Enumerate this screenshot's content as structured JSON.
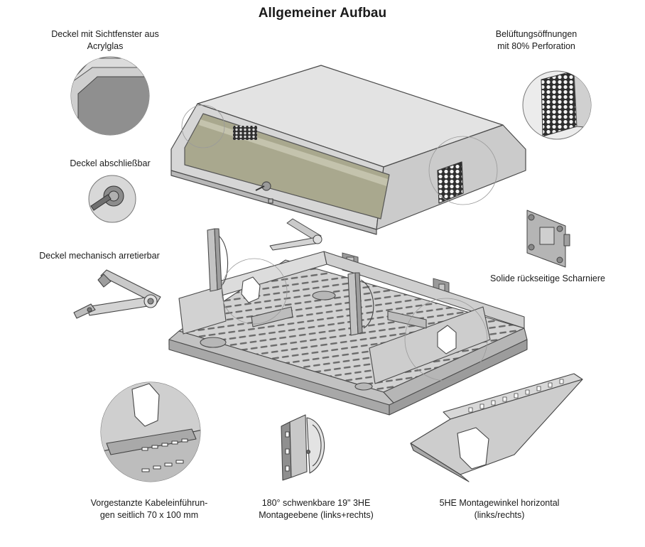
{
  "title": "Allgemeiner Aufbau",
  "labels": {
    "acrylic_lid": [
      "Deckel mit Sichtfenster aus",
      "Acrylglas"
    ],
    "ventilation": [
      "Belüftungsöffnungen",
      "mit 80% Perforation"
    ],
    "lockable": [
      "Deckel abschließbar"
    ],
    "mechanical_stay": [
      "Deckel mechanisch arretierbar"
    ],
    "hinges": [
      "Solide rückseitige Scharniere"
    ],
    "cable_entries": [
      "Vorgestanzte Kabeleinführun-",
      "gen seitlich 70 x 100 mm"
    ],
    "mounting_plane": [
      "180° schwenkbare 19\" 3HE",
      "Montageebene (links+rechts)"
    ],
    "bracket": [
      "5HE Montagewinkel horizontal",
      "(links/rechts)"
    ]
  },
  "colors": {
    "steel_light": "#e4e4e4",
    "steel_mid": "#cfcfcf",
    "steel_dark": "#a8a8a8",
    "window": "#a9a88e",
    "outline": "#4a4a4a",
    "perforation": "#333333"
  }
}
